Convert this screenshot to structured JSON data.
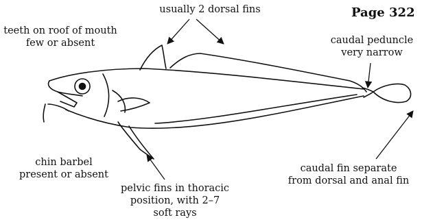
{
  "page_label": "Page 322",
  "labels": {
    "dorsal_fins": "usually 2 dorsal fins",
    "teeth": [
      "teeth on roof of mouth",
      "few or absent"
    ],
    "caudal_peduncle": [
      "caudal peduncle",
      "very narrow"
    ],
    "chin_barbel": [
      "chin barbel",
      "present or absent"
    ],
    "caudal_fin": [
      "caudal fin separate",
      "from dorsal and anal fin"
    ],
    "pelvic_fins": [
      "pelvic fins in thoracic",
      "position, with 2–7",
      "soft rays"
    ]
  }
}
